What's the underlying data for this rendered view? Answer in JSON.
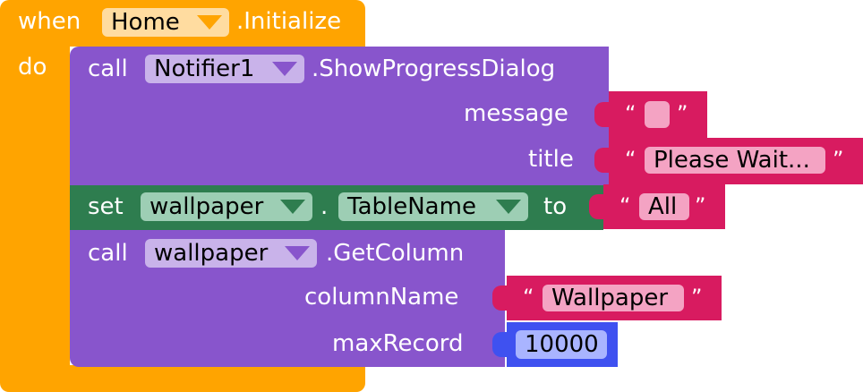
{
  "event": {
    "when_label": "when",
    "component": "Home",
    "event_name": ".Initialize",
    "do_label": "do"
  },
  "stmt1": {
    "call_label": "call",
    "component": "Notifier1",
    "method": ".ShowProgressDialog",
    "param_message": "message",
    "param_title": "title",
    "message_value": "",
    "title_value": "Please Wait..."
  },
  "stmt2": {
    "set_label": "set",
    "component": "wallpaper",
    "dot": ".",
    "property": "TableName",
    "to_label": "to",
    "value": "All"
  },
  "stmt3": {
    "call_label": "call",
    "component": "wallpaper",
    "method": ".GetColumn",
    "param_column": "columnName",
    "param_max": "maxRecord",
    "column_value": "Wallpaper",
    "max_value": "10000"
  },
  "quotes": {
    "open": "“",
    "close": "”"
  },
  "colors": {
    "event": "#FFA400",
    "event_field": "#FFDCA0",
    "procedure": "#8855CC",
    "procedure_field": "#C9B3EA",
    "setter": "#2E7D4F",
    "setter_field": "#9DCEB4",
    "text": "#D81B60",
    "text_field": "#F4A3C3",
    "number": "#3F51F0",
    "number_field": "#A9B4FF"
  }
}
